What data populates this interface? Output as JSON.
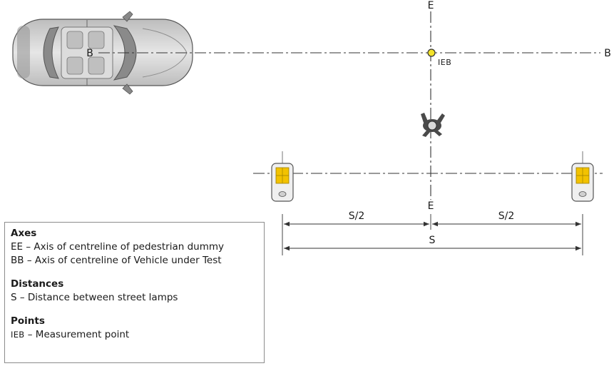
{
  "diagram": {
    "axis_e_top": "E",
    "axis_e_bottom": "E",
    "axis_b_left": "B",
    "axis_b_right": "B",
    "point_label": "IEB",
    "half_distance_left": "S/2",
    "half_distance_right": "S/2",
    "full_distance": "S"
  },
  "legend": {
    "axes_heading": "Axes",
    "axes_ee": "EE – Axis of centreline of pedestrian dummy",
    "axes_bb": "BB – Axis of centreline of Vehicle under Test",
    "distances_heading": "Distances",
    "distances_s": "S – Distance between street lamps",
    "points_heading": "Points",
    "points_ieb_symbol": "IEB",
    "points_ieb_text": "– Measurement point"
  },
  "colors": {
    "line": "#333333",
    "point_fill": "#f3e22a",
    "lamp_light": "#f2c200",
    "car_body": "#d0d0d0"
  }
}
